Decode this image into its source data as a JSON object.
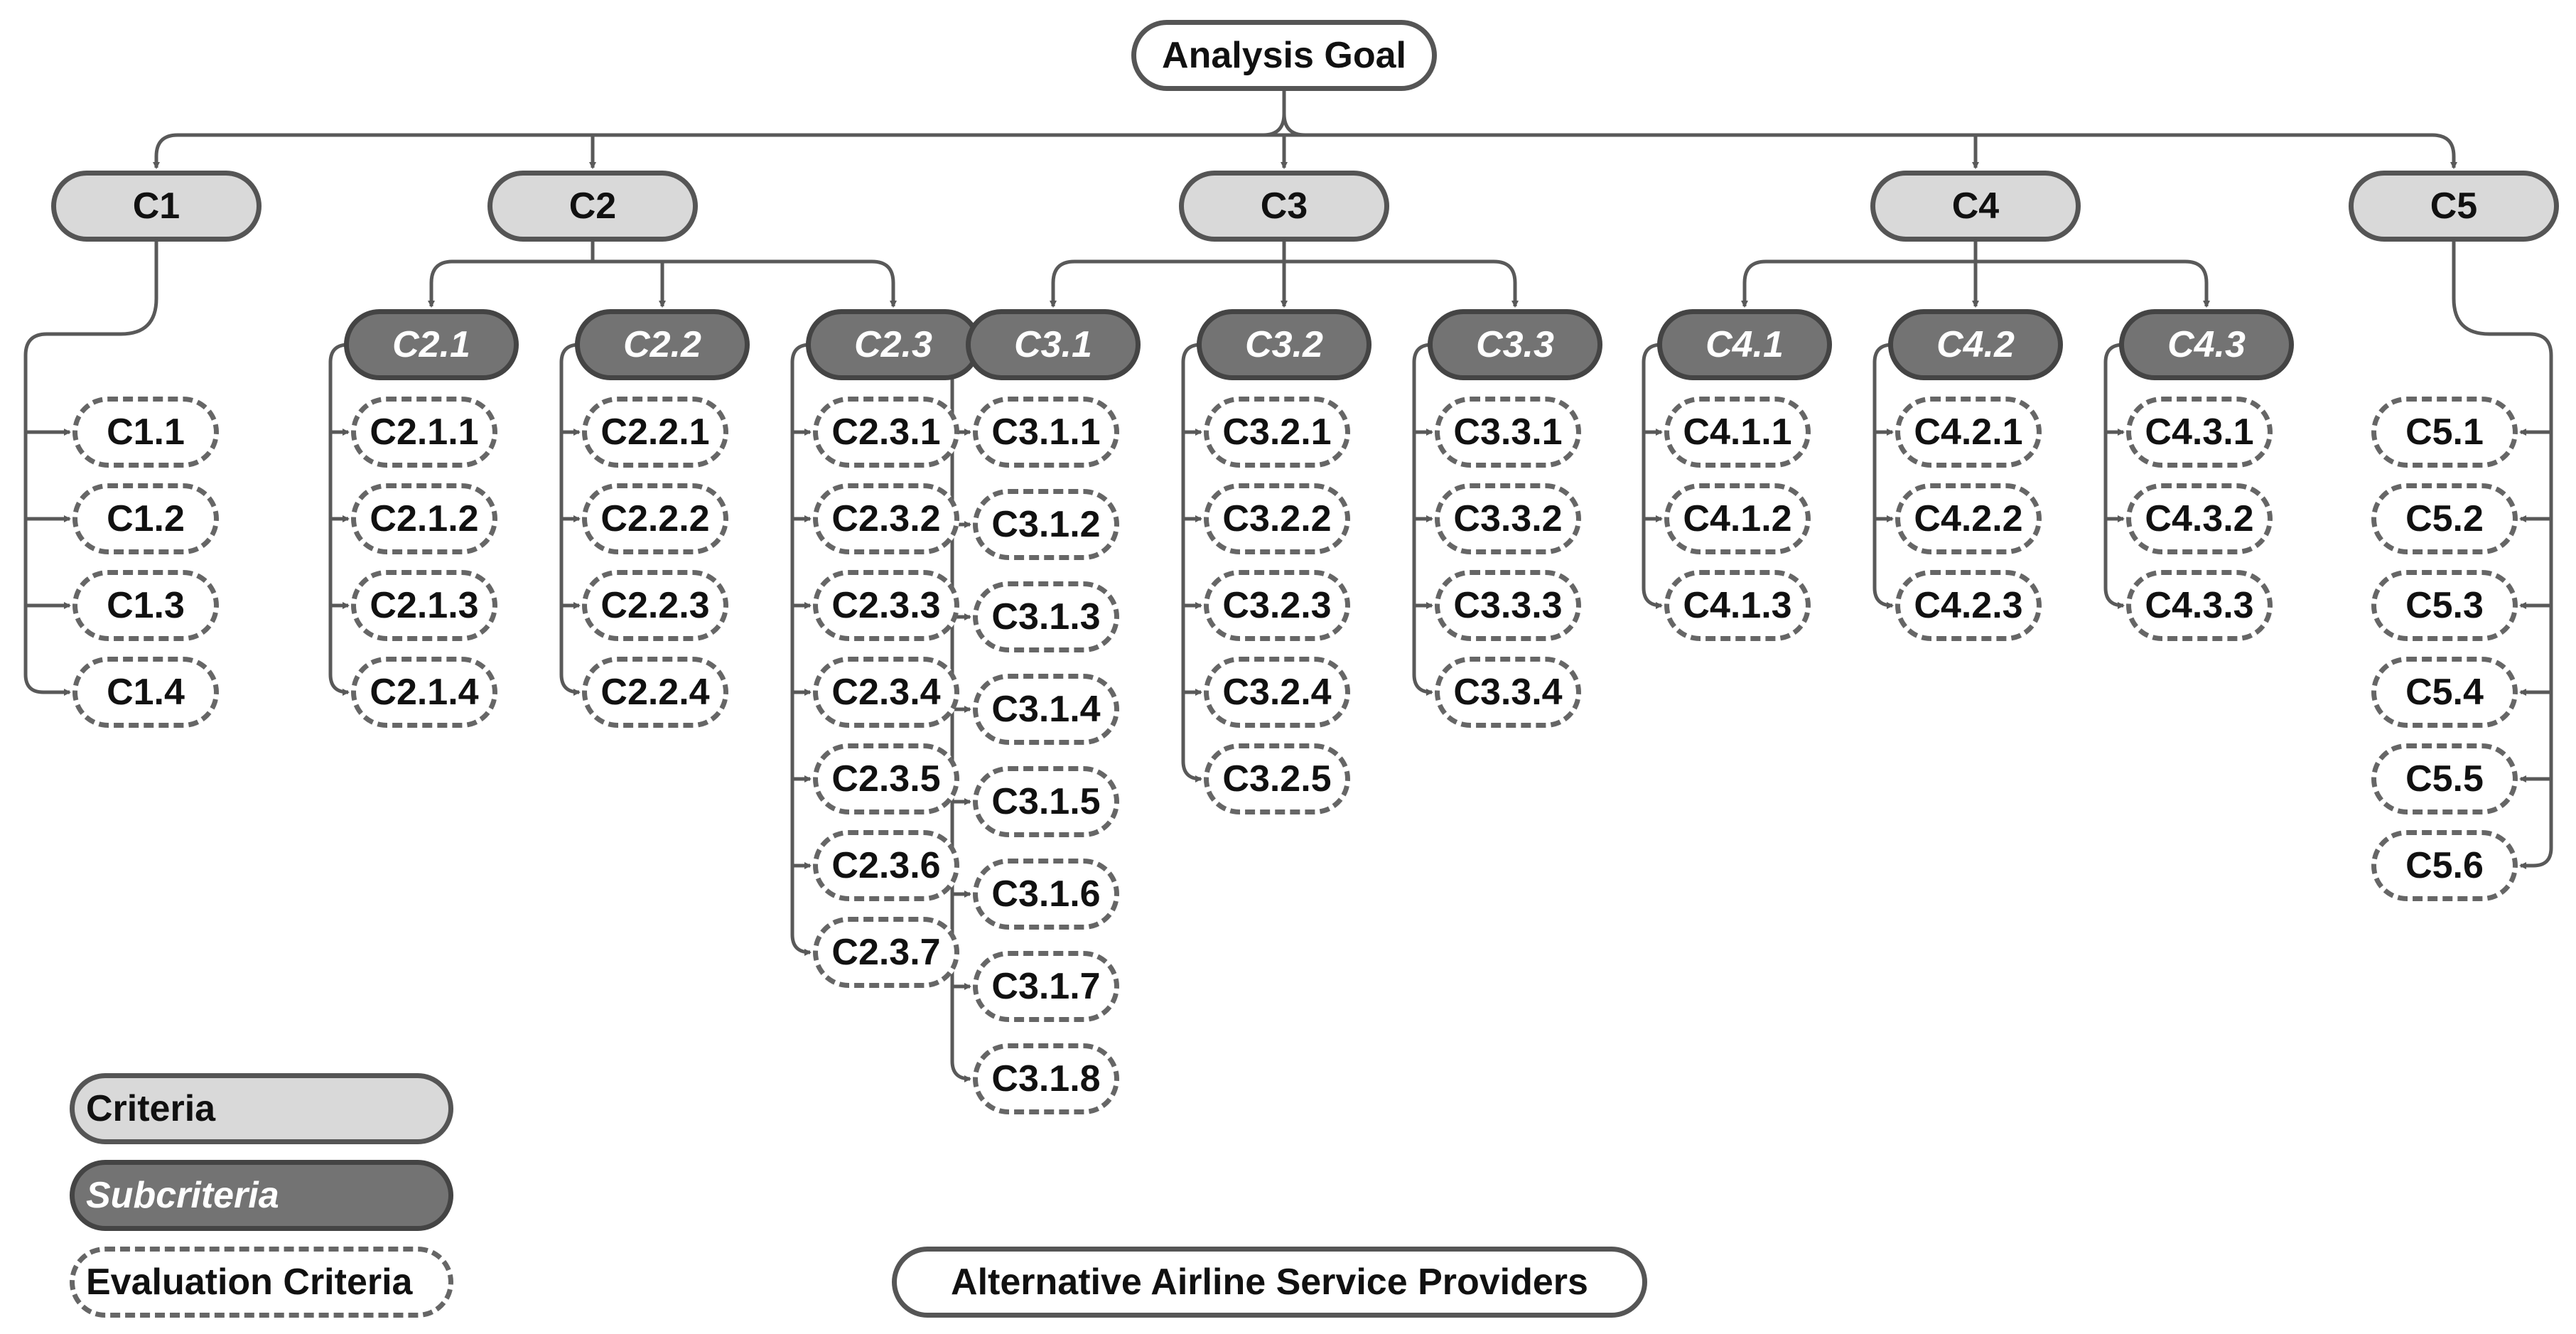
{
  "goal": "Analysis Goal",
  "alternatives": "Alternative Airline Service Providers",
  "legend": {
    "criteria": "Criteria",
    "subcriteria": "Subcriteria",
    "evaluation": "Evaluation Criteria"
  },
  "colors": {
    "criteria_fill": "#d9d9d9",
    "subcriteria_fill": "#737373",
    "border": "#555555",
    "connector": "#595959"
  },
  "criteria": [
    {
      "label": "C1",
      "eval": [
        "C1.1",
        "C1.2",
        "C1.3",
        "C1.4"
      ]
    },
    {
      "label": "C2",
      "subs": [
        {
          "label": "C2.1",
          "eval": [
            "C2.1.1",
            "C2.1.2",
            "C2.1.3",
            "C2.1.4"
          ]
        },
        {
          "label": "C2.2",
          "eval": [
            "C2.2.1",
            "C2.2.2",
            "C2.2.3",
            "C2.2.4"
          ]
        },
        {
          "label": "C2.3",
          "eval": [
            "C2.3.1",
            "C2.3.2",
            "C2.3.3",
            "C2.3.4",
            "C2.3.5",
            "C2.3.6",
            "C2.3.7"
          ]
        }
      ]
    },
    {
      "label": "C3",
      "subs": [
        {
          "label": "C3.1",
          "eval": [
            "C3.1.1",
            "C3.1.2",
            "C3.1.3",
            "C3.1.4",
            "C3.1.5",
            "C3.1.6",
            "C3.1.7",
            "C3.1.8"
          ]
        },
        {
          "label": "C3.2",
          "eval": [
            "C3.2.1",
            "C3.2.2",
            "C3.2.3",
            "C3.2.4",
            "C3.2.5"
          ]
        },
        {
          "label": "C3.3",
          "eval": [
            "C3.3.1",
            "C3.3.2",
            "C3.3.3",
            "C3.3.4"
          ]
        }
      ]
    },
    {
      "label": "C4",
      "subs": [
        {
          "label": "C4.1",
          "eval": [
            "C4.1.1",
            "C4.1.2",
            "C4.1.3"
          ]
        },
        {
          "label": "C4.2",
          "eval": [
            "C4.2.1",
            "C4.2.2",
            "C4.2.3"
          ]
        },
        {
          "label": "C4.3",
          "eval": [
            "C4.3.1",
            "C4.3.2",
            "C4.3.3"
          ]
        }
      ]
    },
    {
      "label": "C5",
      "eval": [
        "C5.1",
        "C5.2",
        "C5.3",
        "C5.4",
        "C5.5",
        "C5.6"
      ]
    }
  ]
}
